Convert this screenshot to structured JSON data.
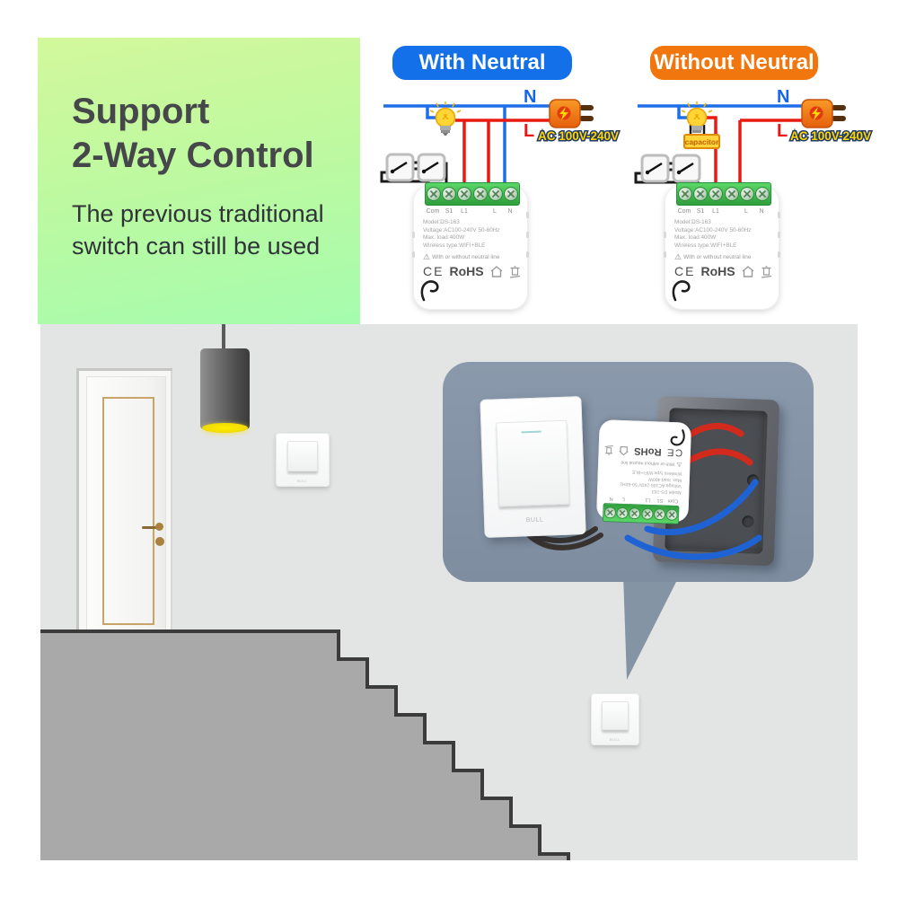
{
  "promo": {
    "title_line1": "Support",
    "title_line2": "2-Way Control",
    "subtitle_line1": "The previous traditional",
    "subtitle_line2": "switch can still be used"
  },
  "diagram_with": {
    "badge": "With Neutral"
  },
  "diagram_without": {
    "badge": "Without Neutral",
    "capacitor_label": "capacitor"
  },
  "wiring_labels": {
    "neutral": "N",
    "live": "L",
    "power": "AC 100V-240V"
  },
  "module": {
    "terminals": [
      "Com",
      "S1",
      "L1",
      "L",
      "N"
    ],
    "model": "Model:DS-163",
    "voltage": "Voltage:AC100-240V 50-60Hz",
    "max_load": "Max. load:400W",
    "wireless": "Wireless type:WIFI+BLE",
    "neutral_note": "With or without neutral line",
    "ce": "CE",
    "rohs": "RoHS"
  },
  "scene": {
    "switch_brand": "BULL"
  },
  "icons": {
    "warning": "⚠"
  },
  "colors": {
    "badge_with": "#1470e8",
    "badge_without": "#f1760e",
    "wire_neutral": "#1e6ee8",
    "wire_live": "#e81a12",
    "power_label_fill": "#ffd400",
    "promo_gradient_top": "#d3f89c",
    "promo_gradient_bottom": "#a5fcae",
    "wall": "#e3e5e4",
    "stairs": "#a9a9a9",
    "callout": "#8494a5",
    "terminal_green": "#3cb44a",
    "lamp_glow": "#f0e000"
  }
}
